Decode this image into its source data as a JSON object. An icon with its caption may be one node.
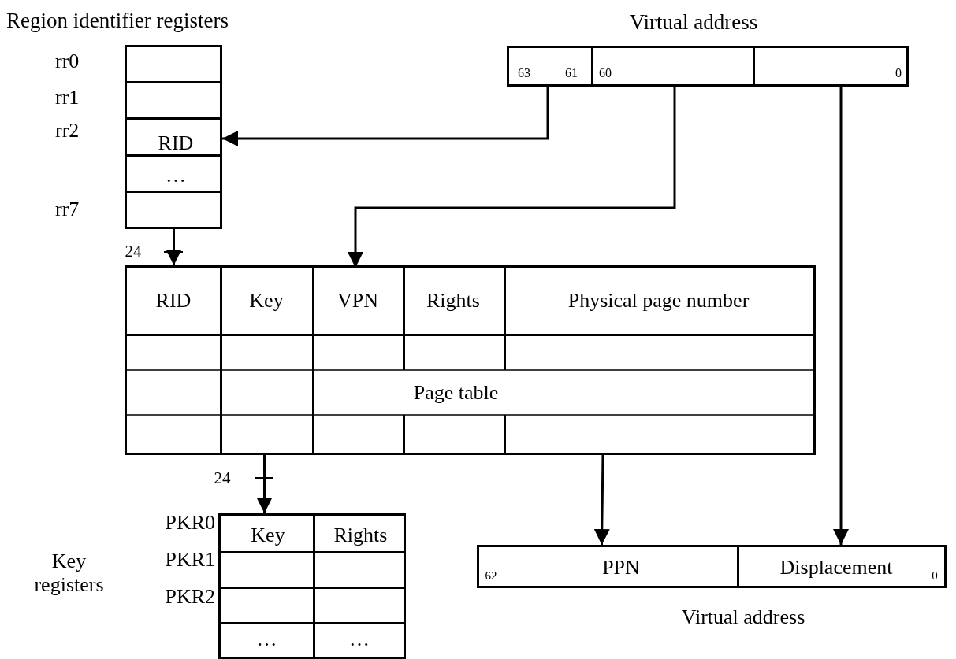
{
  "diagram": {
    "nodes": [
      {
        "text": [
          "Region identifier registers"
        ]
      },
      {
        "text": [],
        "shape": "box",
        "in": 0,
        "beside": [
          "rr0"
        ]
      },
      {
        "text": [],
        "shape": "box",
        "in": 0,
        "beside": [
          "rr1"
        ]
      },
      {
        "text": [
          "RID"
        ],
        "in": 0,
        "beside": [
          "rr2"
        ]
      },
      {
        "text": [
          "…"
        ],
        "in": 0
      },
      {
        "text": [],
        "shape": "box",
        "in": 0,
        "beside": [
          "rr7"
        ]
      },
      {
        "text": [
          "Virtual address"
        ]
      },
      {
        "text": [
          "63",
          "61"
        ],
        "in": 6
      },
      {
        "text": [
          "60"
        ],
        "in": 6
      },
      {
        "text": [
          "0"
        ],
        "in": 6
      },
      {
        "text": [
          "Page table"
        ]
      },
      {
        "text": [
          "RID"
        ],
        "in": 10
      },
      {
        "text": [
          "Key"
        ],
        "in": 10
      },
      {
        "text": [
          "VPN"
        ],
        "in": 10
      },
      {
        "text": [
          "Rights"
        ],
        "in": 10
      },
      {
        "text": [
          "Physical page number"
        ],
        "in": 10
      },
      {
        "text": [
          "Key registers"
        ],
        "beside": [
          "PKR0",
          "PKR1",
          "PKR2"
        ]
      },
      {
        "text": [
          "Key"
        ],
        "in": 16
      },
      {
        "text": [
          "Rights"
        ],
        "in": 16
      },
      {
        "text": [
          "Virtual address"
        ]
      },
      {
        "text": [
          "62",
          "PPN"
        ],
        "in": 19
      },
      {
        "text": [
          "Displacement",
          "0"
        ],
        "in": 19
      }
    ],
    "edges": [
      {
        "from": 7,
        "to": 3,
        "arrow": "to"
      },
      {
        "from": 8,
        "to": 13,
        "arrow": "to"
      },
      {
        "from": 9,
        "to": 21,
        "arrow": "to"
      },
      {
        "from": 0,
        "to": 11,
        "arrow": "to",
        "label": "24"
      },
      {
        "from": 10,
        "to": 17,
        "arrow": "to",
        "label": "24"
      },
      {
        "from": 10,
        "to": 20,
        "arrow": "to"
      }
    ],
    "labels": [
      "…",
      "…"
    ]
  }
}
